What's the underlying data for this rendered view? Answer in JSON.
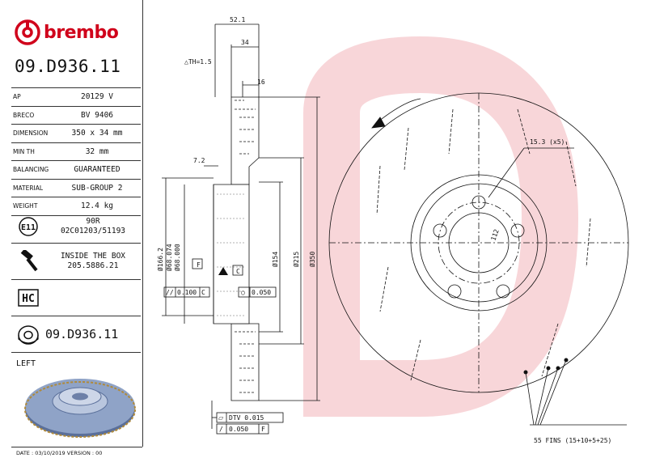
{
  "brand": {
    "name": "brembo",
    "color": "#d0021b"
  },
  "part_number": "09.D936.11",
  "specs": [
    {
      "label": "AP",
      "value": "20129 V"
    },
    {
      "label": "BRECO",
      "value": "BV 9406"
    },
    {
      "label": "DIMENSION",
      "value": "350 x 34 mm"
    },
    {
      "label": "MIN TH",
      "value": "32 mm"
    },
    {
      "label": "BALANCING",
      "value": "GUARANTEED"
    },
    {
      "label": "MATERIAL",
      "value": "SUB-GROUP 2"
    },
    {
      "label": "WEIGHT",
      "value": "12.4 kg"
    }
  ],
  "e11": {
    "icon": "e11-mark-icon",
    "line1": "90R",
    "line2": "02C01203/51193"
  },
  "inside_box": {
    "icon": "screw-icon",
    "line1": "INSIDE THE BOX",
    "line2": "205.5886.21"
  },
  "hc": {
    "icon": "hc-mark-icon",
    "text": "HC"
  },
  "disc_code": {
    "icon": "disc-icon",
    "text": "09.D936.11"
  },
  "side": "LEFT",
  "footer": "DATE : 03/10/2019  VERSION : 00",
  "dims": {
    "w52": "52.1",
    "w34": "34",
    "th": "△TH=1.5",
    "w16": "16",
    "w72": "7.2",
    "d166": "Ø166.2",
    "d68a": "Ø68.074",
    "d68b": "Ø68.000",
    "d154": "Ø154",
    "d215": "Ø215",
    "d350": "Ø350",
    "ref_f": "F",
    "ref_c": "C",
    "tol1a": "//",
    "tol1b": "0.100",
    "tol1c": "C",
    "tol2a": "○",
    "tol2b": "0.050",
    "dtv_a": "⏥",
    "dtv_b": "DTV 0.015",
    "run_a": "/",
    "run_b": "0.050",
    "run_c": "F",
    "holes": "15.3 (x5)",
    "pcd": "112",
    "fins": "55 FINS (15+10+5+25)"
  },
  "colors": {
    "line": "#111111",
    "hatch": "#333333",
    "watermark": "#f5c8cc",
    "disc_blue": "#8fa3c7",
    "disc_gold": "#b08a3a"
  }
}
